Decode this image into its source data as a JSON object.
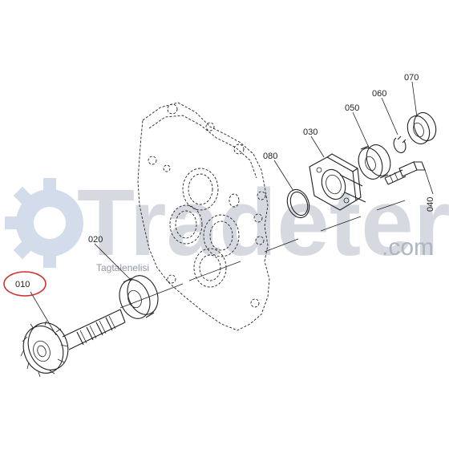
{
  "watermark": {
    "brand": "Tradeter",
    "domain": ".com",
    "subtext": "Tagtalenelisi",
    "color": "#c9ced6",
    "icon": "gear-icon"
  },
  "highlight_color": "#d0312d",
  "parts": [
    {
      "key": "p010",
      "number": "010",
      "highlighted": true
    },
    {
      "key": "p020",
      "number": "020",
      "highlighted": false
    },
    {
      "key": "p030",
      "number": "030",
      "highlighted": false
    },
    {
      "key": "p040",
      "number": "040",
      "highlighted": false
    },
    {
      "key": "p050",
      "number": "050",
      "highlighted": false
    },
    {
      "key": "p060",
      "number": "060",
      "highlighted": false
    },
    {
      "key": "p070",
      "number": "070",
      "highlighted": false
    },
    {
      "key": "p080",
      "number": "080",
      "highlighted": false
    }
  ]
}
